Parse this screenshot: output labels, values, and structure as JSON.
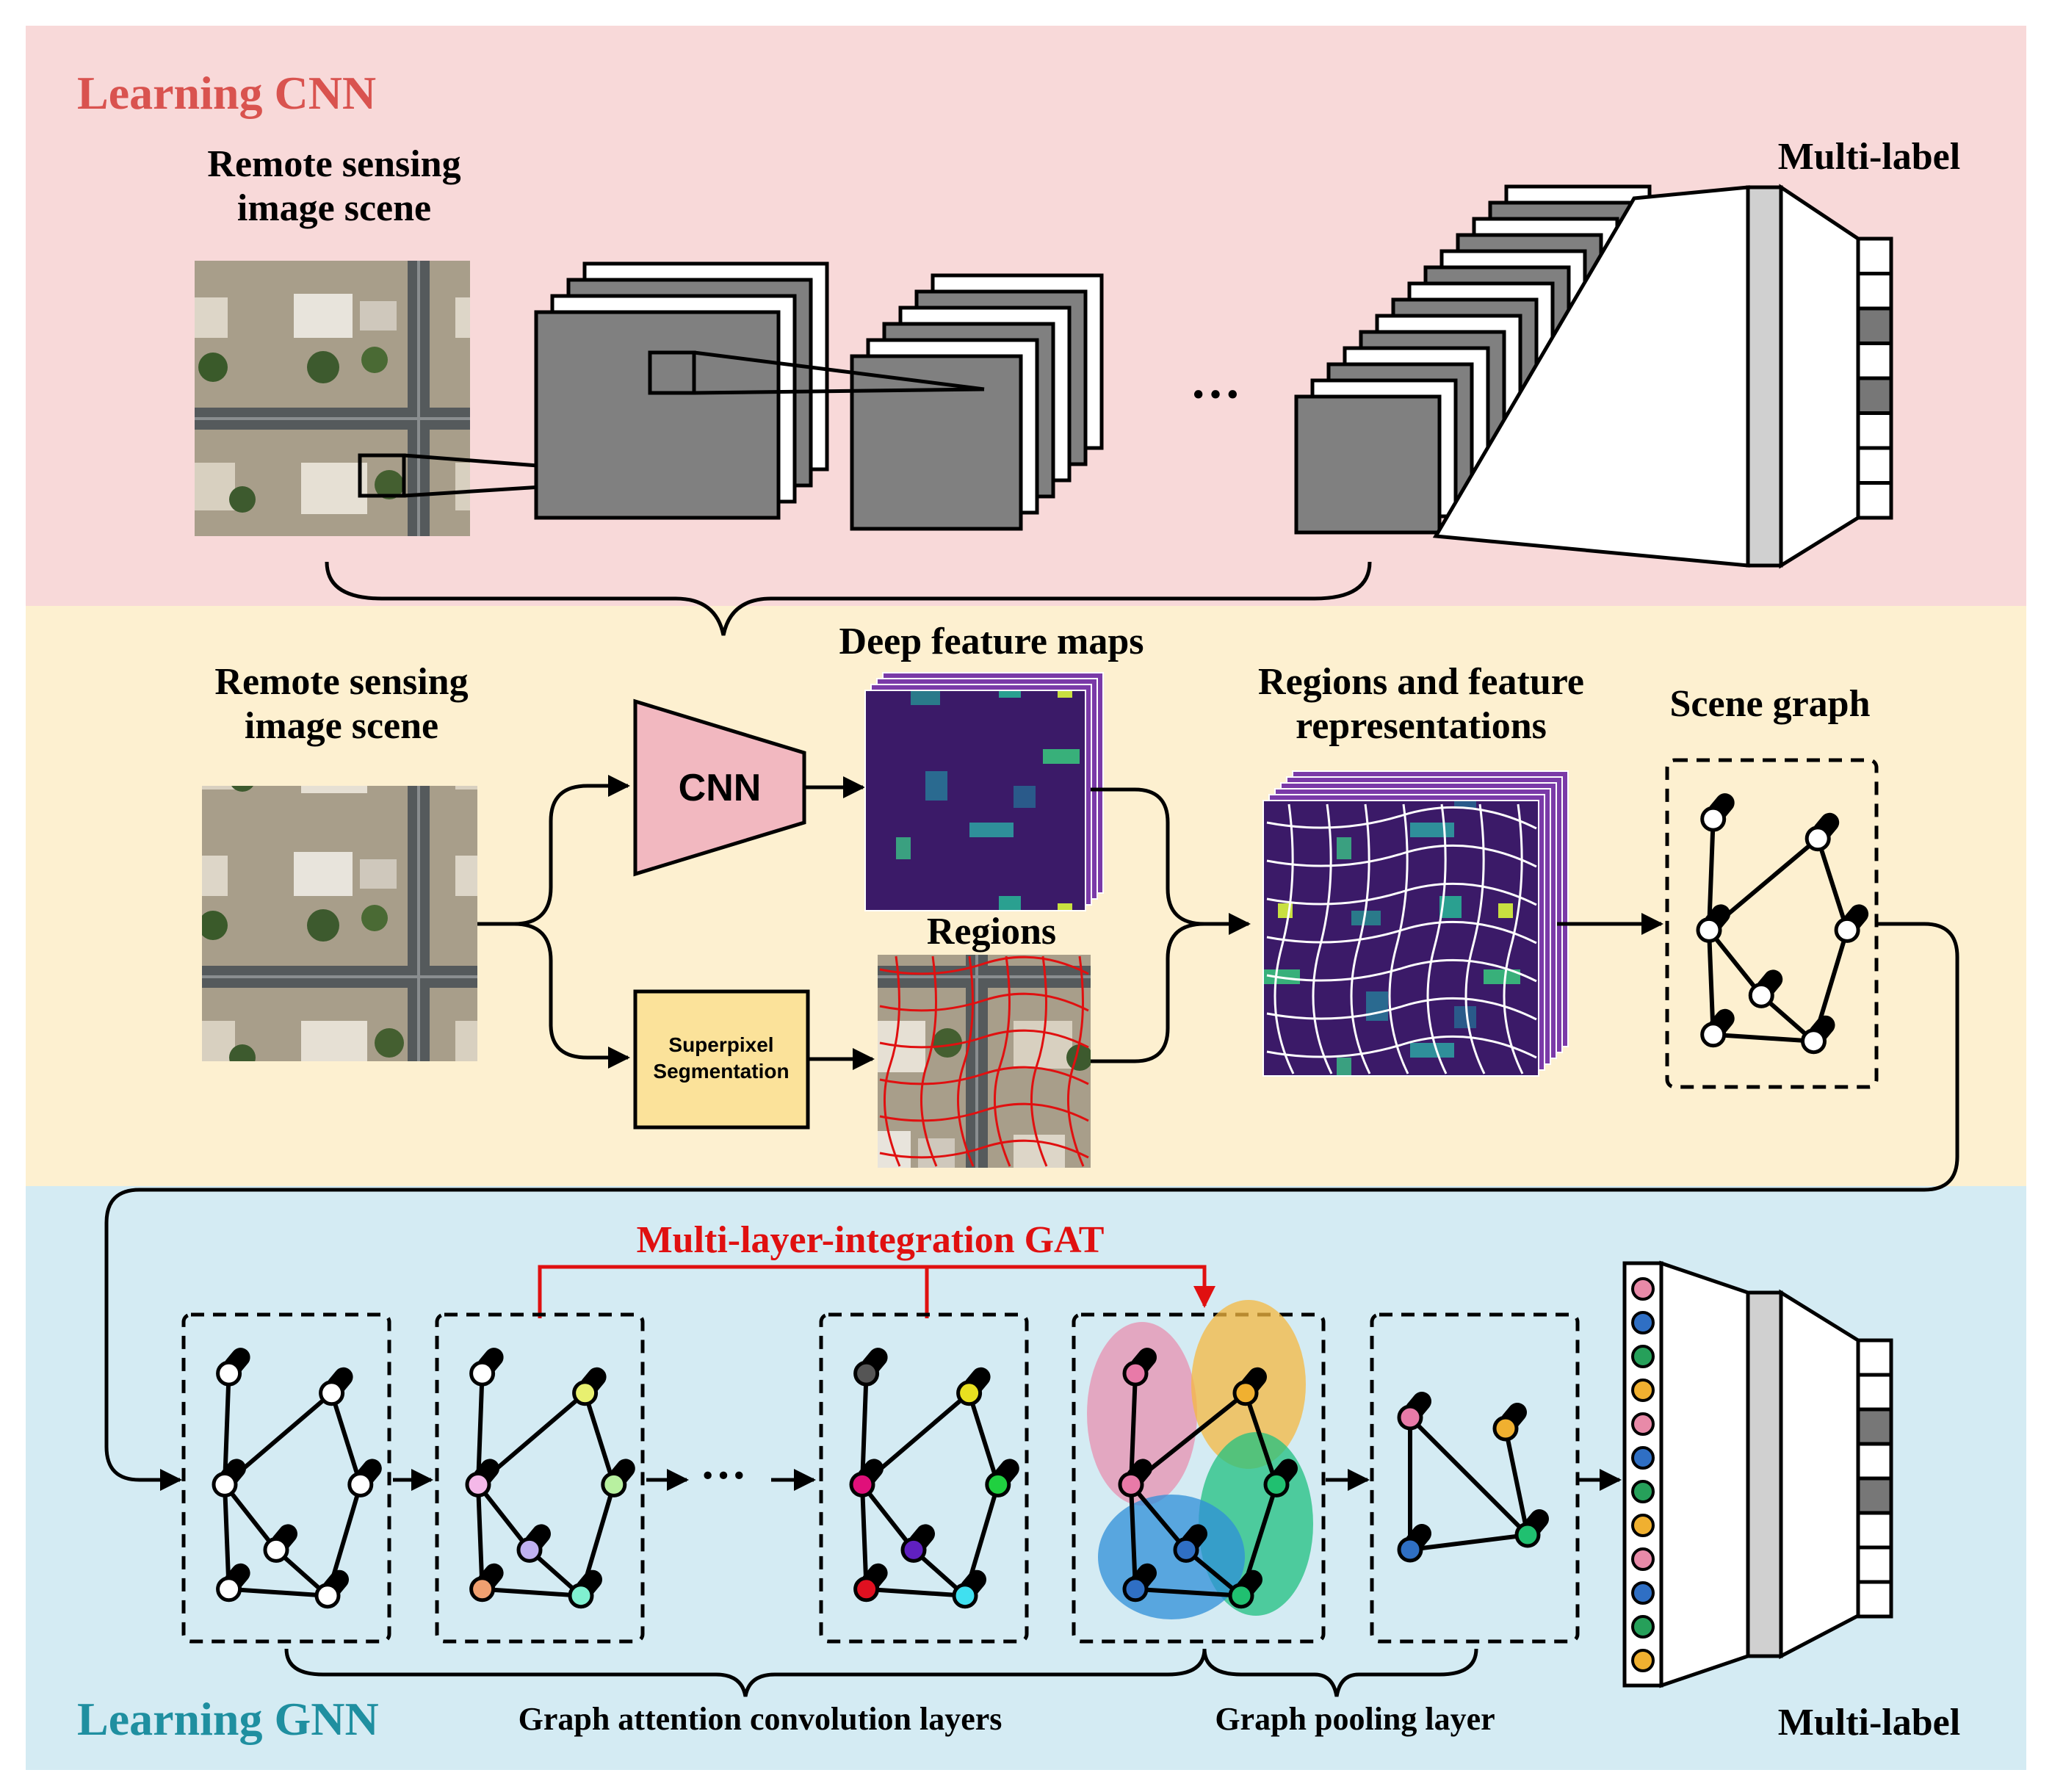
{
  "sections": {
    "cnn": {
      "title": "Learning CNN",
      "input_caption_1": "Remote sensing",
      "input_caption_2": "image scene",
      "ellipsis": "···",
      "output_label": "Multi-label",
      "output_cells": [
        0,
        0,
        1,
        0,
        1,
        0,
        0,
        0
      ]
    },
    "middle": {
      "input_caption_1": "Remote sensing",
      "input_caption_2": "image scene",
      "cnn_block": "CNN",
      "superpixel_1": "Superpixel",
      "superpixel_2": "Segmentation",
      "deep_features": "Deep feature maps",
      "regions": "Regions",
      "regions_feat_1": "Regions and feature",
      "regions_feat_2": "representations",
      "scene_graph": "Scene graph"
    },
    "gnn": {
      "title": "Learning GNN",
      "gat_label": "Multi-layer-integration GAT",
      "ellipsis": "···",
      "conv_layers": "Graph attention convolution layers",
      "pool_layer": "Graph pooling layer",
      "output_label": "Multi-label",
      "output_cells": [
        0,
        0,
        1,
        0,
        1,
        0,
        0,
        0
      ],
      "feature_dot_colors": [
        "#e88aa8",
        "#2f6fc4",
        "#26a05a",
        "#f0b030",
        "#e88aa8",
        "#2f6fc4",
        "#26a05a",
        "#f0b030",
        "#e88aa8",
        "#2f6fc4",
        "#26a05a",
        "#f0b030"
      ]
    }
  },
  "colors": {
    "cnn_bg": "#f8d9d9",
    "middle_bg": "#fdf0d0",
    "gnn_bg": "#d4ebf3",
    "cnn_title": "#d9534f",
    "gnn_title": "#1f8fa0",
    "gat_red": "#e01010",
    "cnn_block": "#f2b8c0",
    "superpixel_block": "#fbe29a",
    "feature_map": "#808080"
  },
  "graph_colors": {
    "layer1": [
      "#ffffff",
      "#ffffff",
      "#ffffff",
      "#ffffff",
      "#ffffff",
      "#ffffff",
      "#ffffff"
    ],
    "layer2": [
      "#ffffff",
      "#e8f070",
      "#f4b8e8",
      "#b8f0a0",
      "#c0b0f0",
      "#f0a070",
      "#80f0d0"
    ],
    "layer3": [
      "#555555",
      "#e8e020",
      "#e0107a",
      "#20d040",
      "#6020c0",
      "#e01020",
      "#40e0f0"
    ],
    "pool": [
      "#e87aa8",
      "#f0b030",
      "#e87aa8",
      "#20c070",
      "#2f6fc4",
      "#2f6fc4",
      "#20c070"
    ],
    "pooled": [
      "#e87aa8",
      "#f0b030",
      "#2f6fc4",
      "#20c070"
    ]
  },
  "pool_clusters": [
    "#e890b0",
    "#f5b840",
    "#20c080",
    "#2f8fd8"
  ]
}
